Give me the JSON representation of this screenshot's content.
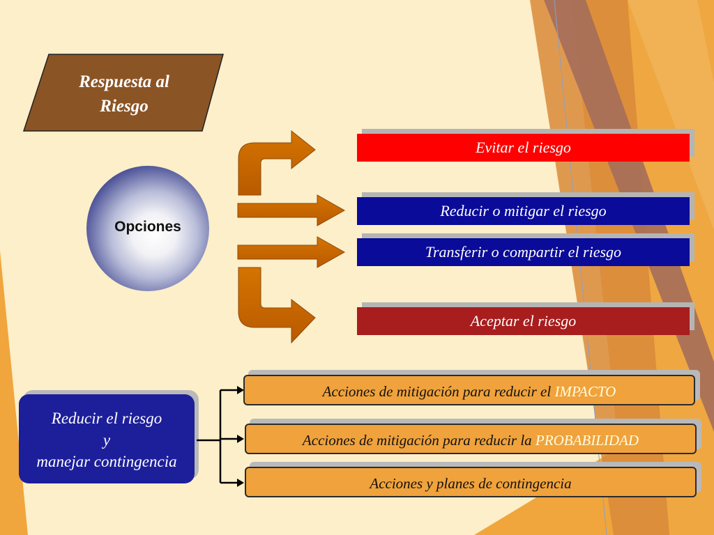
{
  "title": {
    "line1": "Respuesta al",
    "line2": "Riesgo"
  },
  "center": {
    "label": "Opciones"
  },
  "options": [
    {
      "label": "Evitar el riesgo",
      "color": "#ff0000"
    },
    {
      "label": "Reducir o mitigar el riesgo",
      "color": "#0b0b99"
    },
    {
      "label": "Transferir o compartir el riesgo",
      "color": "#0b0b99"
    },
    {
      "label": "Aceptar el riesgo",
      "color": "#a81d1d"
    }
  ],
  "reduce": {
    "line1": "Reducir el riesgo",
    "line2": "y",
    "line3": "manejar contingencia"
  },
  "actions": [
    {
      "prefix": "Acciones de mitigación para reducir el ",
      "highlight": "IMPACTO"
    },
    {
      "prefix": "Acciones de mitigación para reducir la ",
      "highlight": "PROBABILIDAD"
    },
    {
      "prefix": "Acciones y planes de contingencia",
      "highlight": ""
    }
  ],
  "colors": {
    "background": "#fcefc9",
    "title_fill": "#8b5424",
    "arrow_fill": "#cc6a00",
    "action_fill": "#f0a23c",
    "reduce_fill": "#1d1f9a"
  }
}
